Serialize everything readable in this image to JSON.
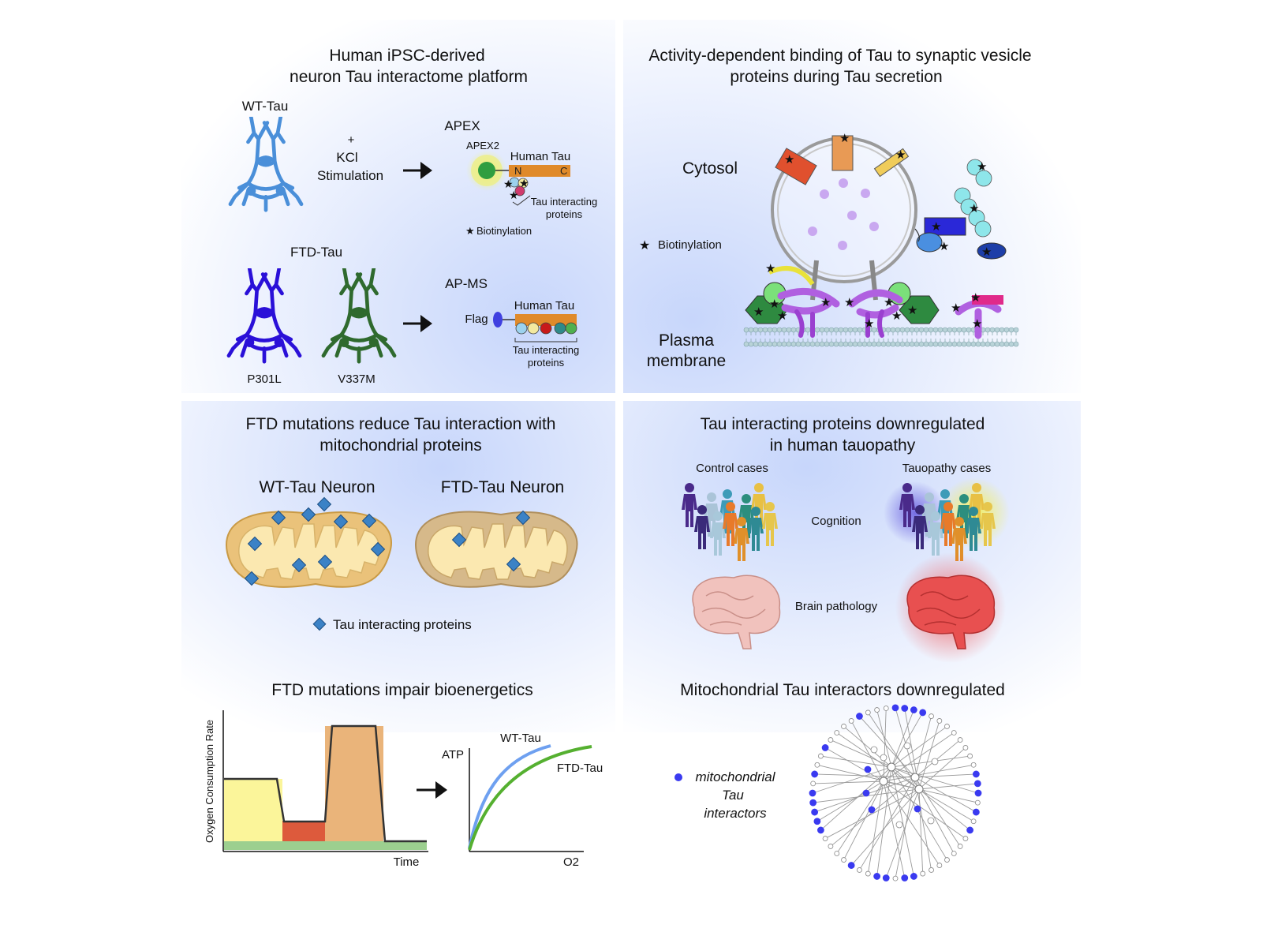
{
  "q1": {
    "title_line1": "Human iPSC-derived",
    "title_line2": "neuron Tau interactome platform",
    "wt_label": "WT-Tau",
    "plus": "+",
    "kcl_line1": "KCl",
    "kcl_line2": "Stimulation",
    "apex_heading": "APEX",
    "apex2_label": "APEX2",
    "human_tau": "Human Tau",
    "n_label": "N",
    "c_label": "C",
    "tip_line1": "Tau interacting",
    "tip_line2": "proteins",
    "biotinylation": "Biotinylation",
    "ftd_label": "FTD-Tau",
    "p301l": "P301L",
    "v337m": "V337M",
    "apms_heading": "AP-MS",
    "flag_label": "Flag",
    "human_tau_2": "Human Tau",
    "tip2_line1": "Tau interacting",
    "tip2_line2": "proteins"
  },
  "q2": {
    "title_line1": "Activity-dependent binding of Tau to synaptic vesicle",
    "title_line2": "proteins during Tau secretion",
    "cytosol": "Cytosol",
    "biotinylation": "Biotinylation",
    "pm_line1": "Plasma",
    "pm_line2": "membrane"
  },
  "q3": {
    "title_line1": "FTD mutations reduce Tau interaction with",
    "title_line2": "mitochondrial proteins",
    "wt_neuron": "WT-Tau Neuron",
    "ftd_neuron": "FTD-Tau Neuron",
    "legend": "Tau interacting proteins",
    "bio_title": "FTD mutations impair bioenergetics",
    "ocr_ylabel": "Oxygen Consumption Rate",
    "ocr_xlabel": "Time",
    "atp_ylabel": "ATP",
    "atp_xlabel": "O2",
    "wt_curve": "WT-Tau",
    "ftd_curve": "FTD-Tau"
  },
  "q4": {
    "title_line1": "Tau interacting proteins downregulated",
    "title_line2": "in human  tauopathy",
    "control": "Control cases",
    "tauopathy": "Tauopathy cases",
    "cognition": "Cognition",
    "brain_pathology": "Brain pathology",
    "network_title": "Mitochondrial Tau interactors downregulated",
    "net_legend_1": "mitochondrial",
    "net_legend_2": "Tau",
    "net_legend_3": "interactors"
  },
  "colors": {
    "wt_neuron": "#4a8fd9",
    "p301l_neuron": "#2a10d8",
    "v337m_neuron": "#2f6a2e",
    "tau_bar": "#e08a2a",
    "mito_outer": "#eac27a",
    "mito_inner": "#fbe8b0",
    "tau_protein": "#3b82c6",
    "ocr_yellow": "#fbf59a",
    "ocr_red": "#dd5a3c",
    "ocr_orange": "#eab47a",
    "ocr_green": "#9ccf8f",
    "wt_curve": "#6ea0f0",
    "ftd_curve": "#55b030",
    "network_blue": "#3a3af0",
    "panel_bg": "#d6e2fb"
  }
}
